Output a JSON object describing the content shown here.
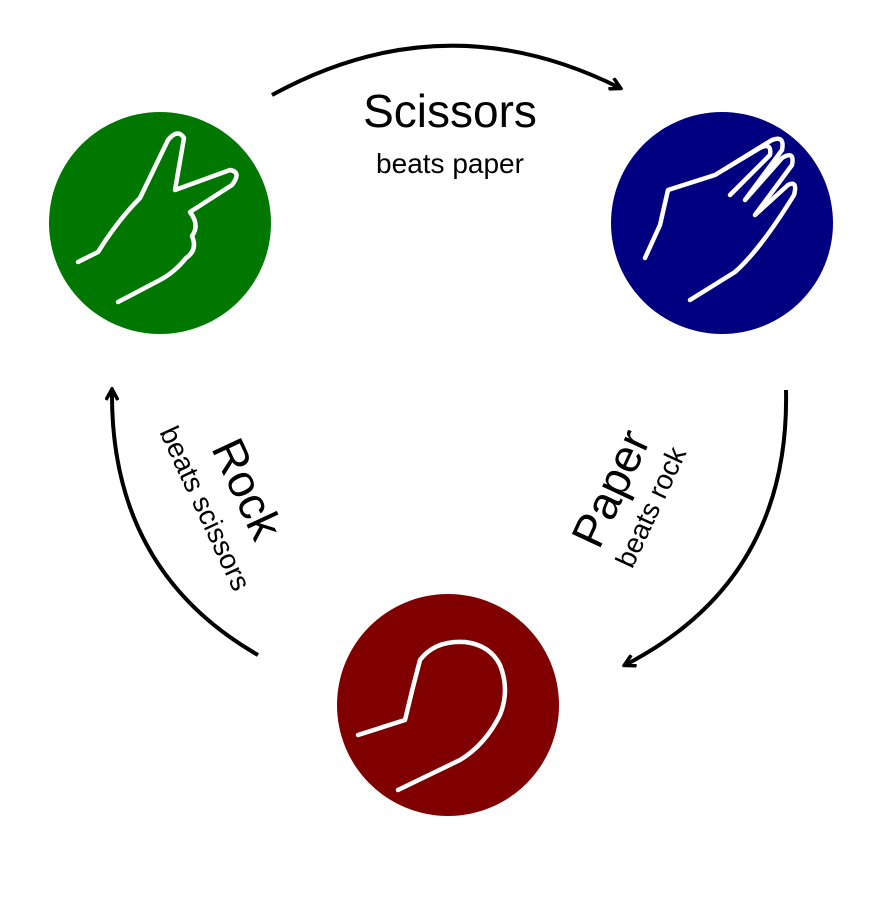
{
  "nodes": [
    {
      "id": "scissors",
      "label": "Scissors",
      "caption": "beats paper",
      "color": "#007700",
      "icon": "scissors-hand-icon"
    },
    {
      "id": "paper",
      "label": "Paper",
      "caption": "beats rock",
      "color": "#000080",
      "icon": "paper-hand-icon"
    },
    {
      "id": "rock",
      "label": "Rock",
      "caption": "beats scissors",
      "color": "#800000",
      "icon": "rock-fist-icon"
    }
  ],
  "edges": [
    {
      "from": "scissors",
      "to": "paper"
    },
    {
      "from": "paper",
      "to": "rock"
    },
    {
      "from": "rock",
      "to": "scissors"
    }
  ]
}
